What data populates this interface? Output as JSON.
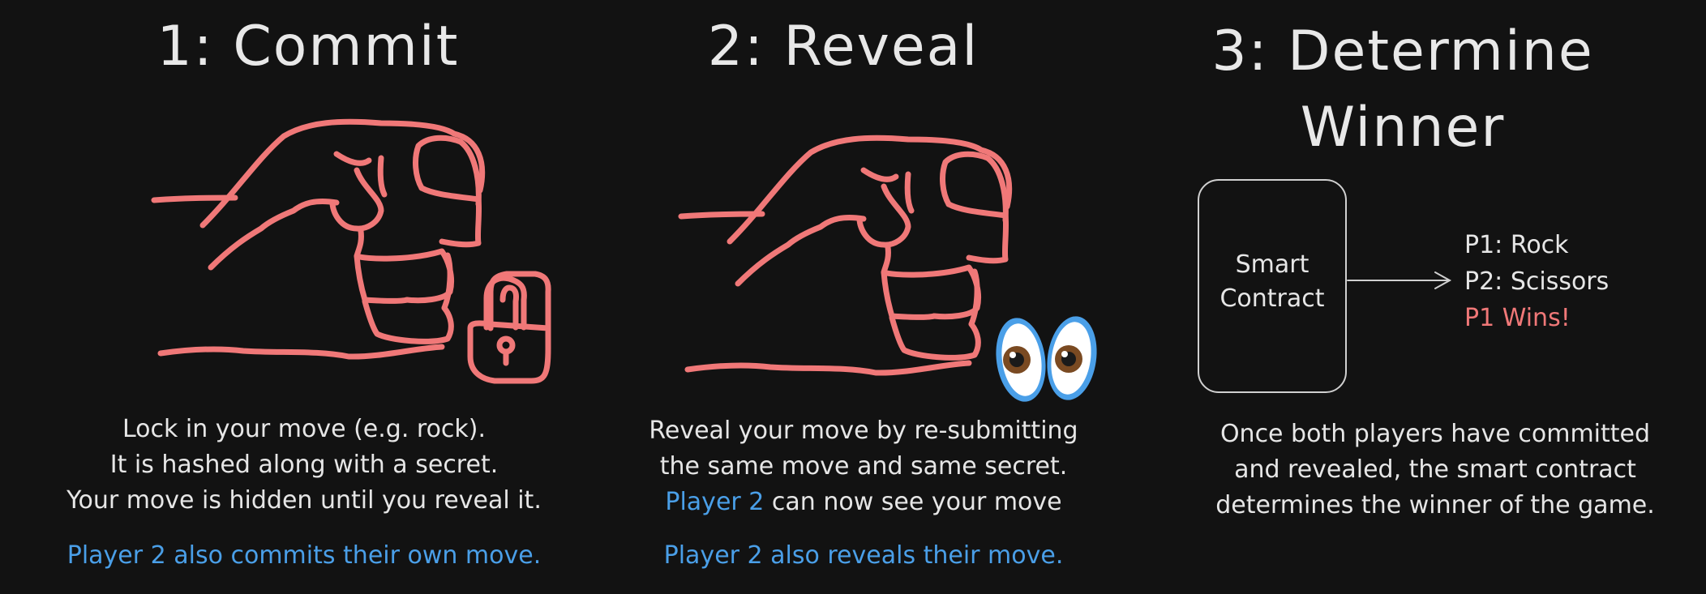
{
  "panels": [
    {
      "title": "1: Commit",
      "lines": [
        "Lock in your move (e.g. rock).",
        "It is hashed along with a secret.",
        "Your move is hidden until you reveal it."
      ],
      "note": "Player 2 also commits their own move."
    },
    {
      "title": "2: Reveal",
      "lines": [
        "Reveal your move by re-submitting",
        "the same move and same secret."
      ],
      "highlight": "Player 2",
      "highlight_rest": " can now see your move",
      "note": "Player 2 also reveals their move."
    },
    {
      "title_line1": "3: Determine",
      "title_line2": "Winner",
      "contract_line1": "Smart",
      "contract_line2": "Contract",
      "results": [
        "P1: Rock",
        "P2: Scissors",
        "P1 Wins!"
      ],
      "lines": [
        "Once both players have committed",
        "and revealed, the smart contract",
        "determines the winner of the game."
      ]
    }
  ],
  "colors": {
    "background": "#121212",
    "fist": "#f07878",
    "accent_blue": "#4a9fe8",
    "text": "#e6e6e6"
  },
  "icons": [
    "fist-icon",
    "lock-icon",
    "eyes-icon",
    "arrow-icon"
  ]
}
